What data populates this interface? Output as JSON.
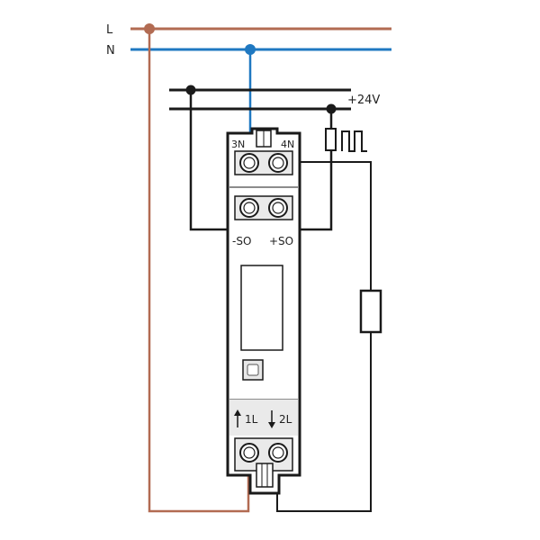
{
  "lines": {
    "l_label": "L",
    "n_label": "N",
    "l_color": "#b26b52",
    "n_color": "#1f78c1",
    "wire_color": "#1a1a1a",
    "dc_label": "+24V"
  },
  "meter": {
    "top_left_terminal": "3N",
    "top_right_terminal": "4N",
    "pulse_minus": "-SO",
    "pulse_plus": "+SO",
    "bottom_left_terminal": "1L",
    "bottom_right_terminal": "2L"
  },
  "icons": {
    "pulse_symbol": "pulse-train-icon",
    "load_symbol": "resistor-icon",
    "arrow_in": "arrow-up-icon",
    "arrow_out": "arrow-down-icon"
  }
}
